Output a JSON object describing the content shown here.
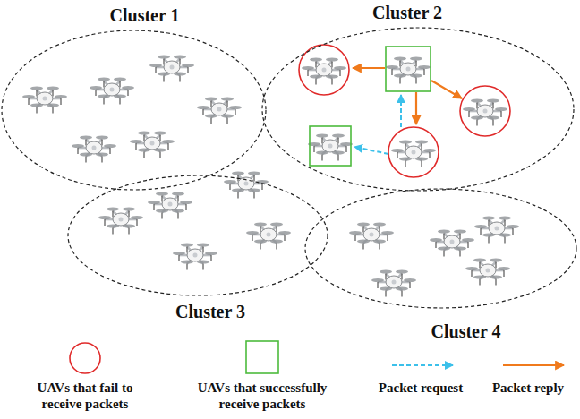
{
  "diagram": {
    "nodes": [
      {
        "text": [
          "Cluster 1"
        ]
      },
      {
        "text": [
          "Cluster 2"
        ]
      },
      {
        "text": [
          "Cluster 3"
        ]
      },
      {
        "text": [
          "Cluster 4"
        ]
      }
    ],
    "legend": [
      {
        "text": "UAVs that fail to receive packets"
      },
      {
        "text": "UAVs that successfully receive packets"
      },
      {
        "text": "Packet request"
      },
      {
        "text": "Packet reply"
      }
    ]
  }
}
